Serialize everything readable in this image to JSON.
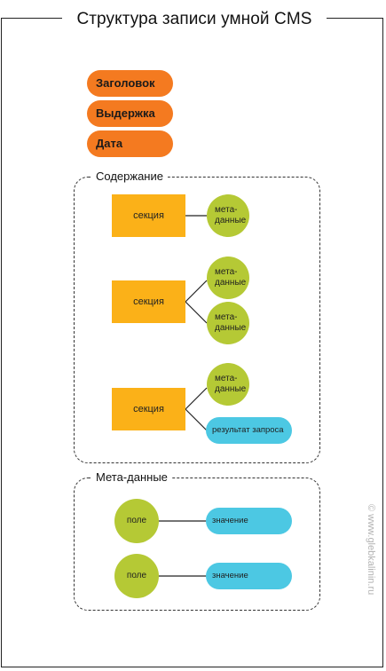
{
  "title": "Структура записи умной CMS",
  "fields": [
    "Заголовок",
    "Выдержка",
    "Дата"
  ],
  "content_group": {
    "label": "Содержание",
    "section_label": "секция",
    "meta_label": "мета-\nданные",
    "query_label": "результат запроса"
  },
  "meta_group": {
    "label": "Мета-данные",
    "field_label": "поле",
    "value_label": "значение"
  },
  "watermark": "© www.glebkalinin.ru",
  "colors": {
    "orange": "#f47a20",
    "yellow": "#fbb118",
    "green": "#b5c935",
    "blue": "#4cc8e3"
  }
}
